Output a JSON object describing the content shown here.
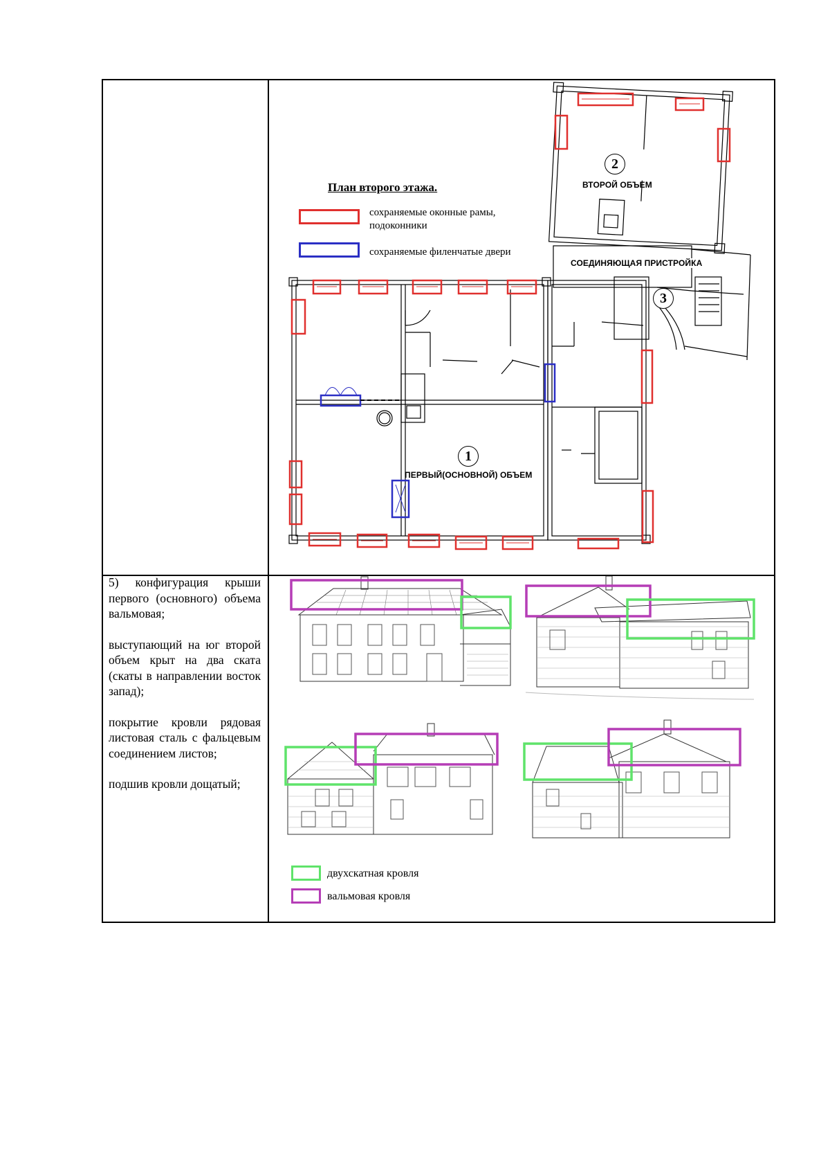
{
  "plan": {
    "title": "План второго этажа.",
    "legend": [
      {
        "text": "сохраняемые оконные рамы,\nподоконники",
        "color": "#e0302e"
      },
      {
        "text": "сохраняемые филенчатые двери",
        "color": "#2b2fc4"
      }
    ],
    "labels": {
      "second_volume": "ВТОРОЙ ОБЪЕМ",
      "connecting": "СОЕДИНЯЮЩАЯ ПРИСТРОЙКА",
      "first_volume": "ПЕРВЫЙ(ОСНОВНОЙ) ОБЪЕМ"
    },
    "numbers": [
      "1",
      "2",
      "3"
    ]
  },
  "description": {
    "paragraphs": [
      "5) конфигурация крыши первого (основного) объема вальмовая;",
      "выступающий на юг второй объем крыт на два ската (скаты в направлении восток запад);",
      "покрытие кровли рядовая листовая сталь с фальцевым соединением листов;",
      "подшив кровли дощатый;"
    ]
  },
  "facades_legend": [
    {
      "text": "двухскатная кровля",
      "color": "#5fe36a"
    },
    {
      "text": "вальмовая кровля",
      "color": "#b53db6"
    }
  ]
}
